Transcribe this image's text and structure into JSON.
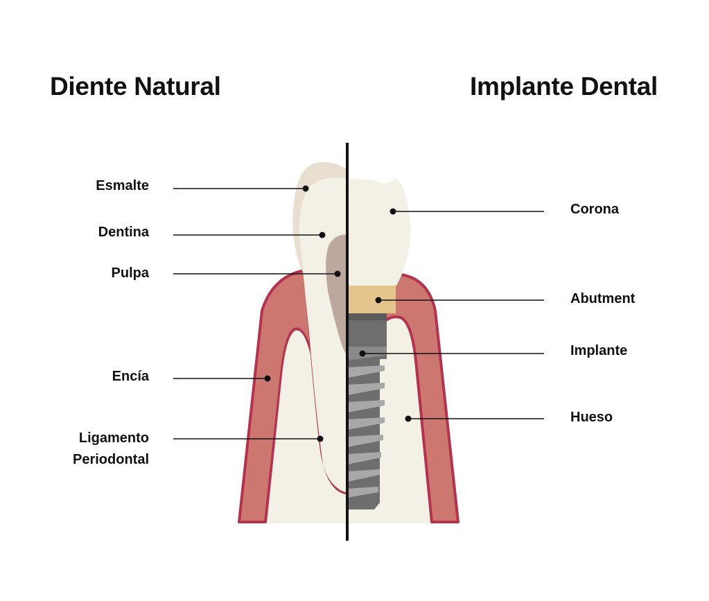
{
  "titles": {
    "left": "Diente Natural",
    "right": "Implante Dental"
  },
  "labels_left": {
    "esmalte": "Esmalte",
    "dentina": "Dentina",
    "pulpa": "Pulpa",
    "encia": "Encía",
    "ligamento_line1": "Ligamento",
    "ligamento_line2": "Periodontal"
  },
  "labels_right": {
    "corona": "Corona",
    "abutment": "Abutment",
    "implante": "Implante",
    "hueso": "Hueso"
  },
  "colors": {
    "enamel": "#e8dfd0",
    "dentin": "#f3f0e6",
    "pulp": "#b39b92",
    "gum": "#cd7771",
    "gum_outline": "#b5324f",
    "bone": "#f3f1e6",
    "abutment": "#e4c68c",
    "implant": "#6e6e6e",
    "thread_light": "#a0a0a0",
    "divider": "#111111"
  }
}
